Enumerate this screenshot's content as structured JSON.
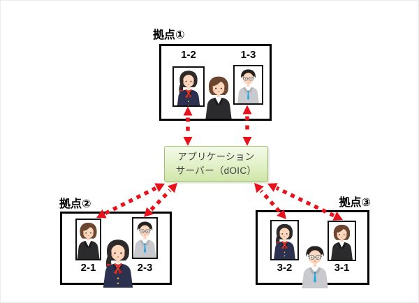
{
  "diagram": {
    "type": "video-conference-architecture",
    "sites": [
      {
        "id": "site-1",
        "label": "拠点①",
        "tiles": [
          {
            "label": "1-2",
            "person": "woman-red-scarf"
          },
          {
            "label": "1-3",
            "person": "man-glasses-gray-suit"
          }
        ],
        "local_person": "woman-brown-suit"
      },
      {
        "id": "site-2",
        "label": "拠点②",
        "tiles": [
          {
            "label": "2-1",
            "person": "woman-brown-suit"
          },
          {
            "label": "2-3",
            "person": "man-glasses-gray-suit"
          }
        ],
        "local_person": "woman-red-scarf"
      },
      {
        "id": "site-3",
        "label": "拠点③",
        "tiles": [
          {
            "label": "3-2",
            "person": "woman-red-scarf"
          },
          {
            "label": "3-1",
            "person": "woman-brown-suit"
          }
        ],
        "local_person": "man-glasses-gray-suit"
      }
    ],
    "server": {
      "line1": "アプリケーション",
      "line2": "サーバー（dOIC）"
    },
    "connections": [
      {
        "from": "site-1",
        "to": "server",
        "style": "red-dashed-double-arrow",
        "count": 2
      },
      {
        "from": "site-2",
        "to": "server",
        "style": "red-dashed-double-arrow",
        "count": 2
      },
      {
        "from": "site-3",
        "to": "server",
        "style": "red-dashed-double-arrow",
        "count": 2
      }
    ],
    "colors": {
      "arrow_red": "#e8121c",
      "box_border": "#000000",
      "server_border": "#a2bf72",
      "server_fill_top": "#f4fae9",
      "server_fill_bottom": "#cfe5a8"
    }
  }
}
